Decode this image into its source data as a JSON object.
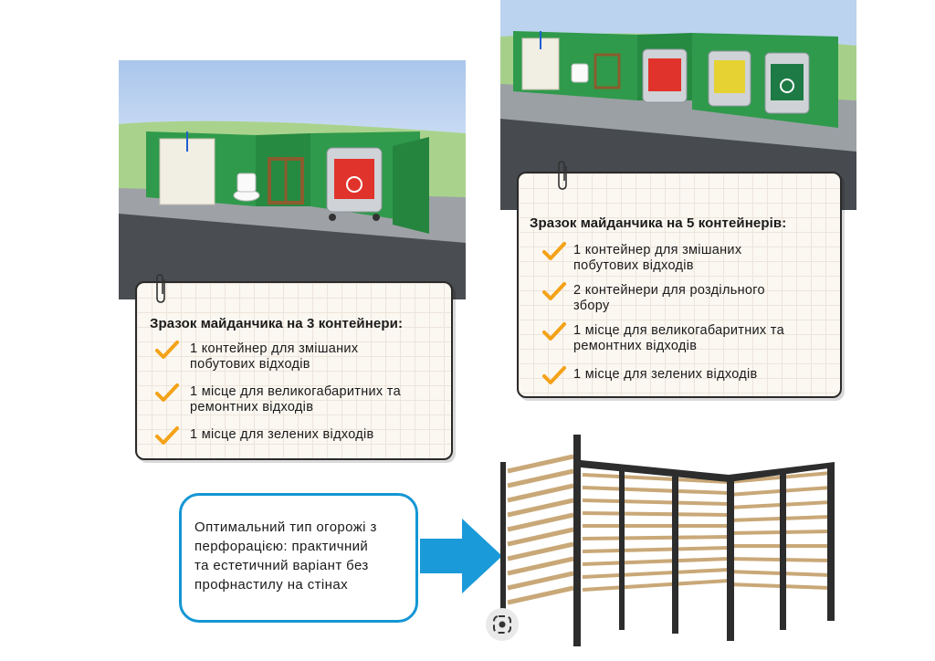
{
  "card_three": {
    "title": "Зразок майданчика на 3 контейнери:",
    "items": [
      {
        "line1": "1 контейнер для змішаних",
        "line2": "побутових відходів"
      },
      {
        "line1": "1 місце для великогабаритних та",
        "line2": "ремонтних відходів"
      },
      {
        "line1": "1 місце для зелених відходів",
        "line2": ""
      }
    ]
  },
  "card_five": {
    "title": "Зразок майданчика на 5 контейнерів:",
    "items": [
      {
        "line1": "1 контейнер для змішаних",
        "line2": "побутових відходів"
      },
      {
        "line1": "2 контейнери для роздільного",
        "line2": "збору"
      },
      {
        "line1": "1 місце для великогабаритних та",
        "line2": "ремонтних відходів"
      },
      {
        "line1": "1 місце для зелених відходів",
        "line2": ""
      }
    ]
  },
  "callout": {
    "lines": [
      "Оптимальний тип огорожі з",
      "перфорацією: практичний",
      "та естетичний варіант без",
      "профнастилу на стінах"
    ]
  },
  "icons": {
    "check": "check-icon",
    "paperclip": "paperclip-icon",
    "arrow": "arrow-right-icon",
    "lens": "image-search-icon",
    "recycle": "recycle-icon"
  },
  "colors": {
    "accent_blue": "#1496d4",
    "check_orange": "#f4a218",
    "fence_green": "#2f9a4b",
    "container_red": "#e0332b",
    "container_yellow": "#e6d233",
    "container_green": "#1e7a45",
    "slat_wood": "#c9a878",
    "frame_dark": "#2d2d2d"
  }
}
